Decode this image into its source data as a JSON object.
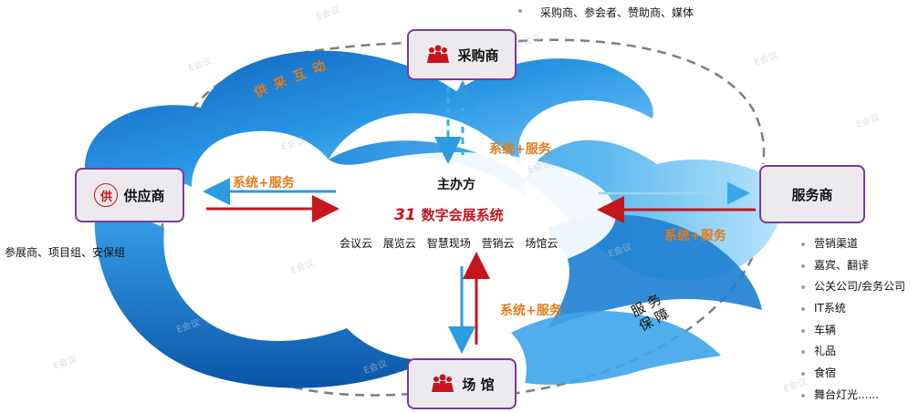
{
  "nodes": {
    "purchaser": "采购商",
    "supplier": "供应商",
    "service": "服务商",
    "venue": "场 馆",
    "organizer": "主办方",
    "supplier_icon_char": "供"
  },
  "top_note": "采购商、参会者、赞助商、媒体",
  "supplier_note": "参展商、项目组、安保组",
  "interaction_label": "供 采 互 动",
  "system_service_label": "系统+服务",
  "system": {
    "logo": "31",
    "name": "数字会展系统"
  },
  "clouds": [
    "会议云",
    "展览云",
    "智慧现场",
    "营销云",
    "场馆云"
  ],
  "service_guarantee": "服 务\n保 障",
  "service_items": [
    "营销渠道",
    "嘉宾、翻译",
    "公关公司/会务公司",
    "IT系统",
    "车辆",
    "礼品",
    "食宿",
    "舞台灯光......"
  ],
  "watermark": "E会议",
  "colors": {
    "red_arrow": "#c4161c",
    "blue_arrow": "#2d7ed8",
    "node_border": "#7a3b9a",
    "orange_text": "#e07b1c",
    "ribbon": "#1a82d4"
  }
}
